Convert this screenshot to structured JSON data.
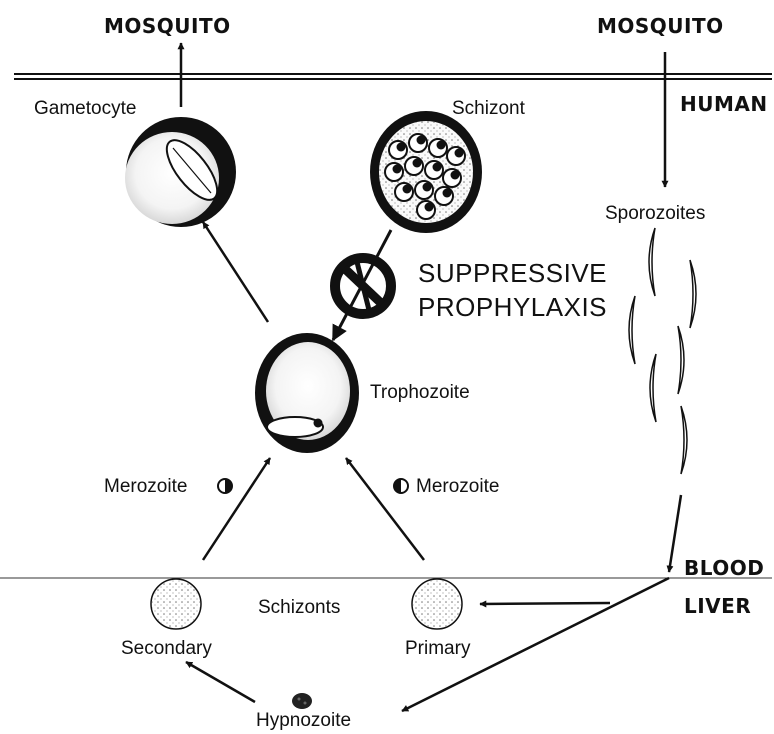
{
  "diagram": {
    "top_left_label": "MOSQUITO",
    "top_right_label": "MOSQUITO",
    "human_label": "HUMAN",
    "blood_label": "BLOOD",
    "liver_label": "LIVER",
    "stages": {
      "gametocyte": "Gametocyte",
      "schizont": "Schizont",
      "sporozoites": "Sporozoites",
      "trophozoite": "Trophozoite",
      "merozoite_left": "Merozoite",
      "merozoite_right": "Merozoite",
      "schizonts": "Schizonts",
      "secondary": "Secondary",
      "primary": "Primary",
      "hypnozoite": "Hypnozoite"
    },
    "intervention": {
      "line1": "SUPPRESSIVE",
      "line2": "PROPHYLAXIS",
      "icon": "no-entry-icon"
    },
    "colors": {
      "ink": "#111111",
      "background": "#ffffff"
    }
  }
}
